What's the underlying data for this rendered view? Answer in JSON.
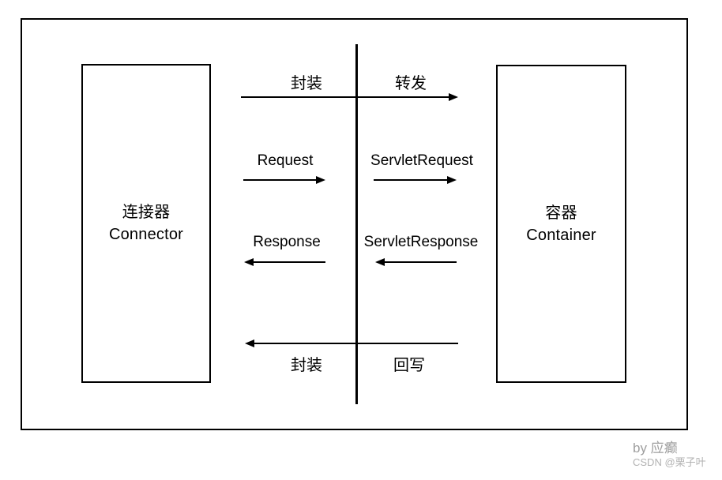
{
  "diagram": {
    "boxes": [
      {
        "name": "connector",
        "line1": "连接器",
        "line2": "Connector"
      },
      {
        "name": "container",
        "line1": "容器",
        "line2": "Container"
      }
    ],
    "flow_labels": {
      "encapsulate_top": "封装",
      "forward": "转发",
      "request": "Request",
      "servlet_request": "ServletRequest",
      "response": "Response",
      "servlet_response": "ServletResponse",
      "encapsulate_bottom": "封装",
      "write_back": "回写"
    },
    "arrows": [
      {
        "name": "encapsulate-forward",
        "direction": "right"
      },
      {
        "name": "request",
        "direction": "right"
      },
      {
        "name": "servlet-request",
        "direction": "right"
      },
      {
        "name": "response",
        "direction": "left"
      },
      {
        "name": "servlet-response",
        "direction": "left"
      },
      {
        "name": "write-back-encapsulate",
        "direction": "left"
      }
    ],
    "colors": {
      "line": "#000000",
      "watermark_primary": "#9e9e9e",
      "watermark_secondary": "#b2b2b2"
    }
  },
  "watermark": {
    "byline": "by 应癫",
    "source": "CSDN @栗子叶"
  }
}
